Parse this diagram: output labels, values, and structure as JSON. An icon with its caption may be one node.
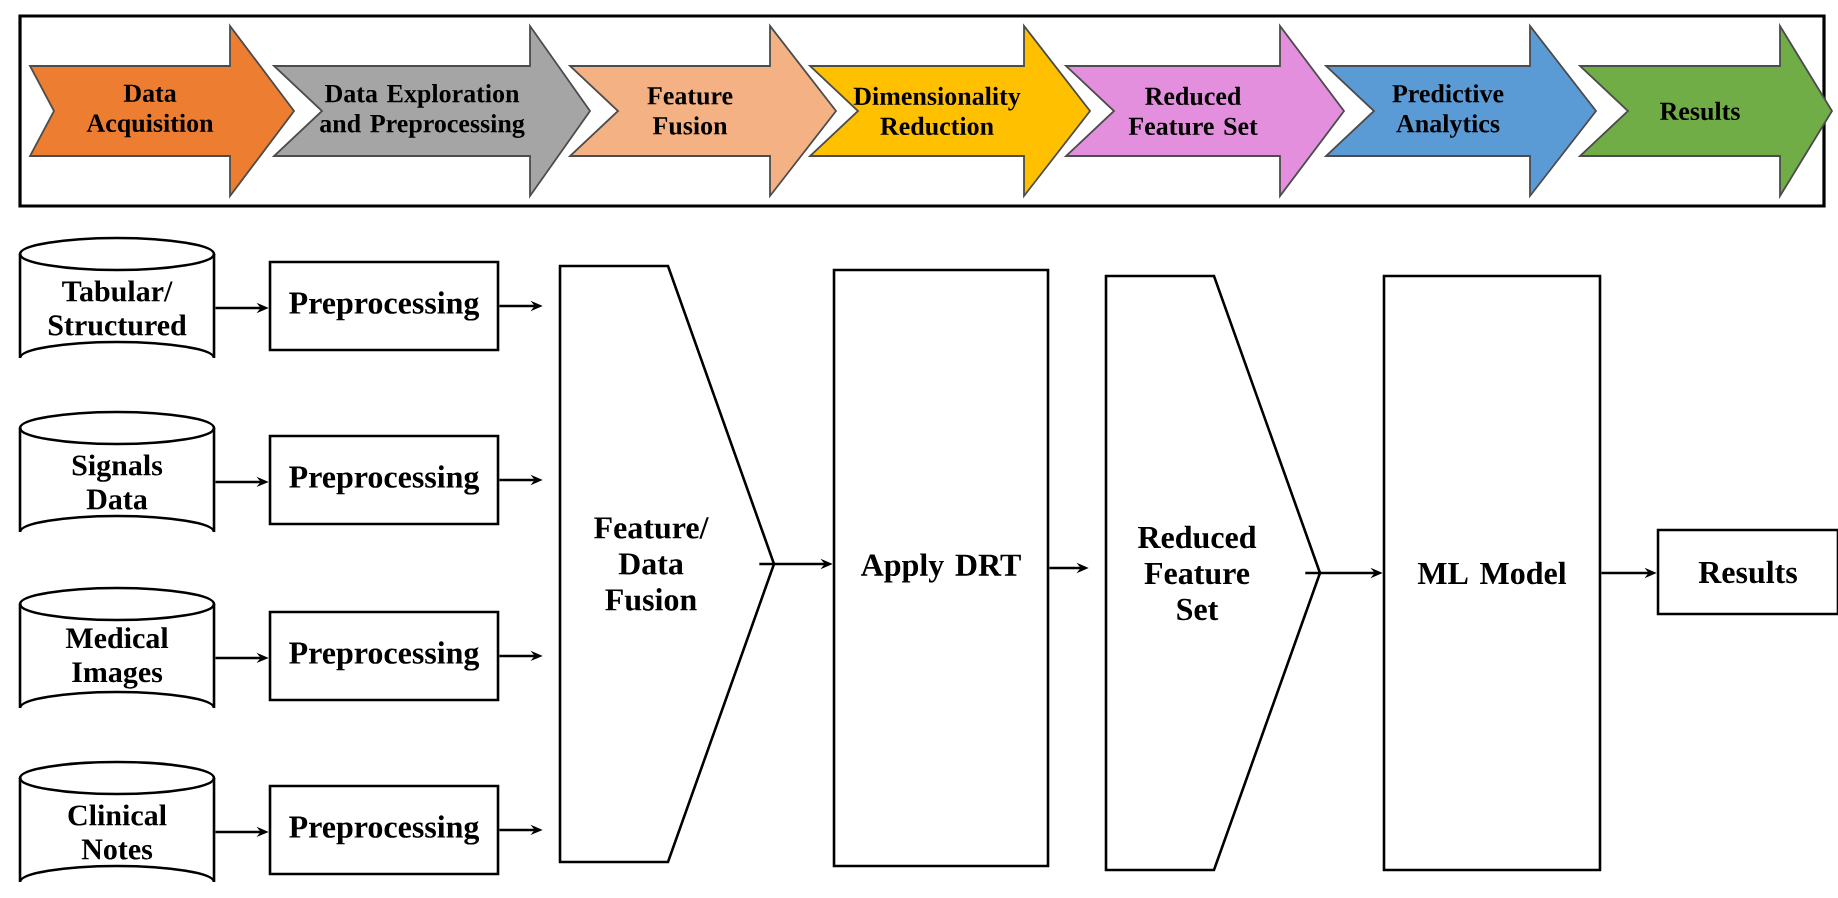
{
  "diagram": {
    "nodes": [
      {
        "text": [],
        "shape": "box"
      },
      {
        "text": [
          "Data Acquisition"
        ],
        "in": 0
      },
      {
        "text": [
          "Data Exploration and Preprocessing"
        ],
        "in": 0
      },
      {
        "text": [
          "Feature Fusion"
        ],
        "in": 0
      },
      {
        "text": [
          "Dimensionality Reduction"
        ],
        "in": 0
      },
      {
        "text": [
          "Reduced Feature Set"
        ],
        "in": 0
      },
      {
        "text": [
          "Predictive Analytics"
        ],
        "in": 0
      },
      {
        "text": [
          "Results"
        ],
        "in": 0
      },
      {
        "text": [
          "Tabular/ Structured"
        ]
      },
      {
        "text": [
          "Signals Data"
        ]
      },
      {
        "text": [
          "Medical Images"
        ]
      },
      {
        "text": [
          "Clinical Notes"
        ]
      },
      {
        "text": [
          "Preprocessing"
        ]
      },
      {
        "text": [
          "Preprocessing"
        ]
      },
      {
        "text": [
          "Preprocessing"
        ]
      },
      {
        "text": [
          "Preprocessing"
        ]
      },
      {
        "text": [
          "Feature/ Data Fusion"
        ]
      },
      {
        "text": [
          "Apply DRT"
        ]
      },
      {
        "text": [
          "Reduced Feature Set"
        ]
      },
      {
        "text": [
          "ML Model"
        ]
      },
      {
        "text": [
          "Results"
        ]
      }
    ],
    "edges": [
      {
        "from": 8,
        "to": 12,
        "arrow": "to"
      },
      {
        "from": 9,
        "to": 13,
        "arrow": "to"
      },
      {
        "from": 10,
        "to": 14,
        "arrow": "to"
      },
      {
        "from": 11,
        "to": 15,
        "arrow": "to"
      },
      {
        "from": 12,
        "to": 16,
        "arrow": "to"
      },
      {
        "from": 13,
        "to": 16,
        "arrow": "to"
      },
      {
        "from": 14,
        "to": 16,
        "arrow": "to"
      },
      {
        "from": 15,
        "to": 16,
        "arrow": "to"
      },
      {
        "from": 16,
        "to": 17,
        "arrow": "to"
      },
      {
        "from": 17,
        "to": 18,
        "arrow": "to"
      },
      {
        "from": 18,
        "to": 19,
        "arrow": "to"
      },
      {
        "from": 19,
        "to": 20,
        "arrow": "to"
      }
    ]
  }
}
